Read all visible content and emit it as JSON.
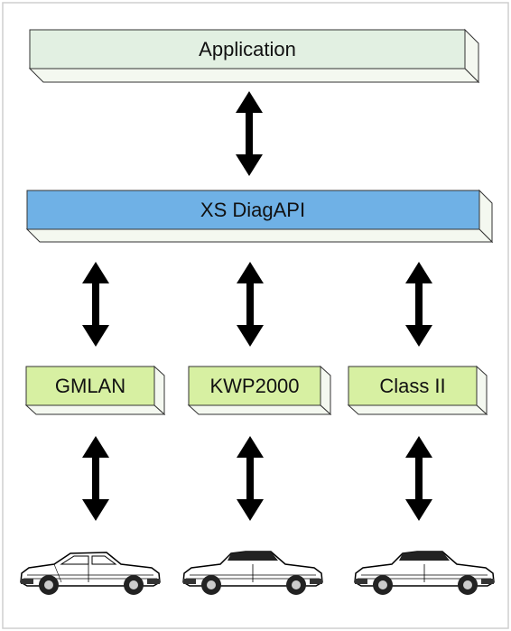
{
  "diagram": {
    "layers": {
      "application": {
        "label": "Application",
        "color": "#e2f0e2"
      },
      "api": {
        "label": "XS DiagAPI",
        "color": "#6fb1e6"
      },
      "protocols": [
        {
          "label": "GMLAN",
          "color": "#d7f0a2"
        },
        {
          "label": "KWP2000",
          "color": "#d7f0a2"
        },
        {
          "label": "Class II",
          "color": "#d7f0a2"
        }
      ]
    },
    "connectors": {
      "type": "double-headed-arrow",
      "color": "#000000"
    },
    "vehicles": [
      {
        "icon": "car-icon",
        "style": "coupe"
      },
      {
        "icon": "car-icon",
        "style": "convertible"
      },
      {
        "icon": "car-icon",
        "style": "convertible"
      }
    ]
  }
}
